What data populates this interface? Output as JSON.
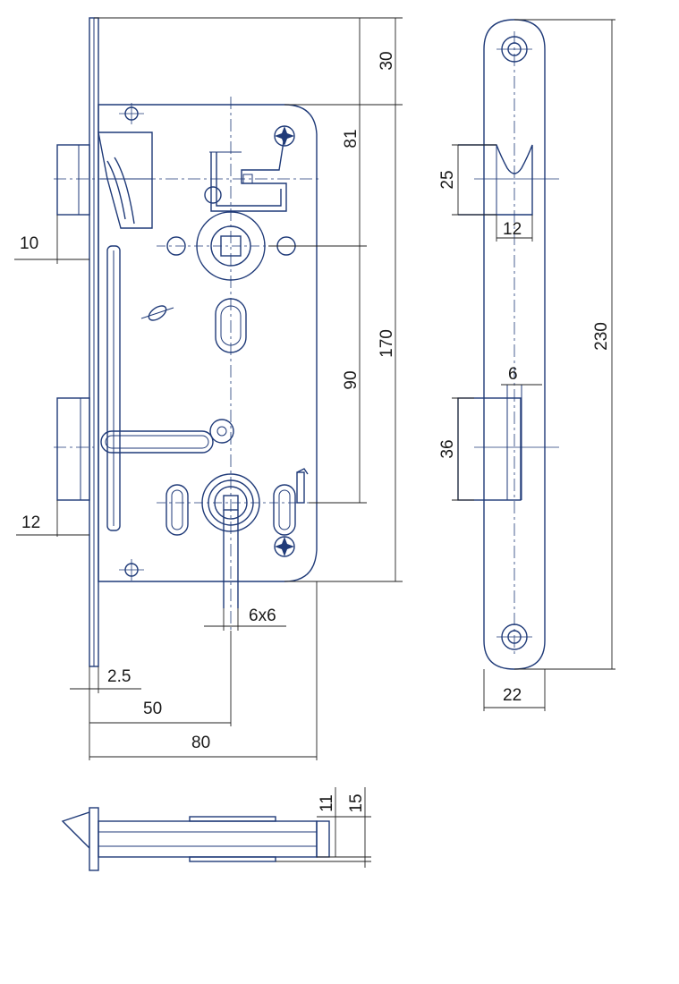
{
  "dimensions": {
    "top_offset": "30",
    "to_spindle": "81",
    "overall_height": "170",
    "spindle_to_key": "90",
    "latch_projection": "10",
    "bolt_projection": "12",
    "square_spindle": "6x6",
    "faceplate_thickness": "2.5",
    "backset": "50",
    "case_width": "80",
    "case_thickness": "11",
    "overall_thickness": "15",
    "latch_recess_height": "25",
    "latch_recess_width": "12",
    "bolt_recess_width": "6",
    "bolt_recess_height": "36",
    "strike_height": "230",
    "strike_width": "22"
  },
  "colors": {
    "outline": "#1f3a78",
    "dimension": "#222222",
    "background": "#ffffff"
  }
}
